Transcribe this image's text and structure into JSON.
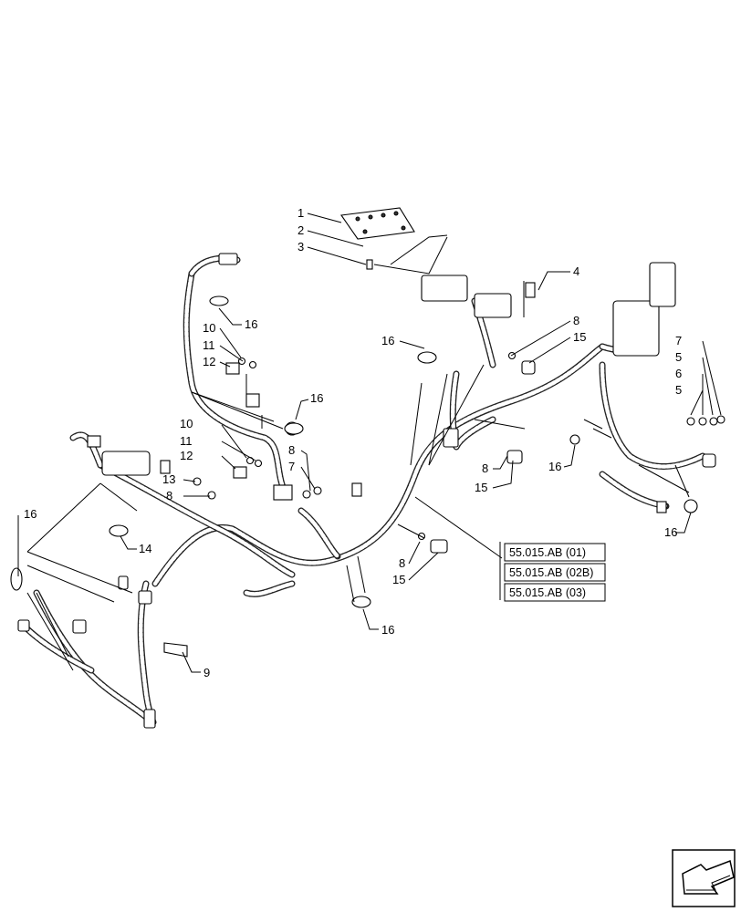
{
  "callouts": {
    "c1": "1",
    "c2": "2",
    "c3": "3",
    "c4": "4",
    "c16a": "16",
    "c10a": "10",
    "c11a": "11",
    "c12a": "12",
    "c16b": "16",
    "c8a": "8",
    "c15a": "15",
    "c16c": "16",
    "c7a": "7",
    "c5a": "5",
    "c6a": "6",
    "c5b": "5",
    "c10b": "10",
    "c11b": "11",
    "c12b": "12",
    "c13": "13",
    "c8b": "8",
    "c8c": "8",
    "c7b": "7",
    "c8d": "8",
    "c15b": "15",
    "c16d": "16",
    "c16e": "16",
    "c16f": "16",
    "c14": "14",
    "c8e": "8",
    "c15c": "15",
    "c16g": "16",
    "c9": "9"
  },
  "references": [
    "55.015.AB (01)",
    "55.015.AB (02B)",
    "55.015.AB (03)"
  ],
  "icons": {
    "nav": "page-navigation-arrow-icon"
  }
}
